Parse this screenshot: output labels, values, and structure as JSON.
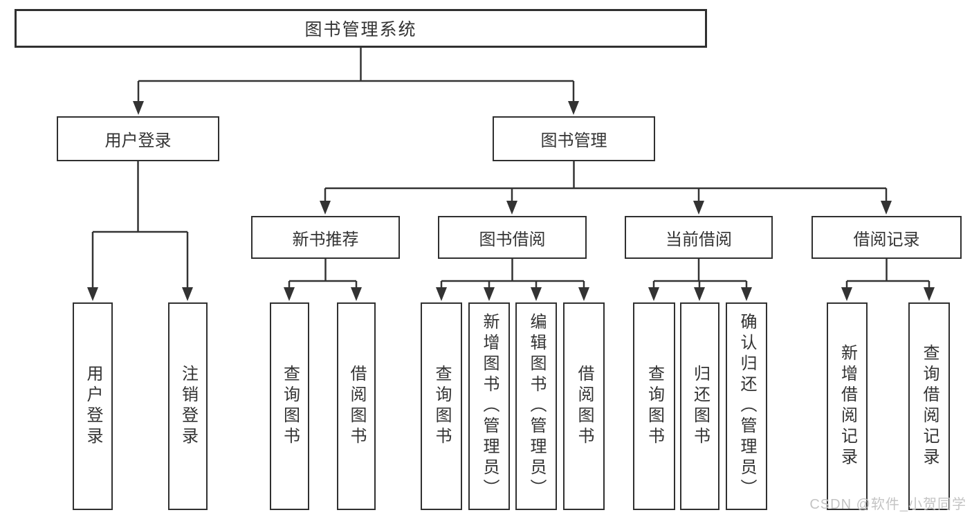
{
  "diagram": {
    "root": {
      "label": "图书管理系统"
    },
    "level2": [
      {
        "label": "用户登录"
      },
      {
        "label": "图书管理"
      }
    ],
    "level3": [
      {
        "label": "新书推荐"
      },
      {
        "label": "图书借阅"
      },
      {
        "label": "当前借阅"
      },
      {
        "label": "借阅记录"
      }
    ],
    "leaves": {
      "login": [
        "用户登录",
        "注销登录"
      ],
      "new_book": [
        "查询图书",
        "借阅图书"
      ],
      "book_borrow": [
        "查询图书",
        "新增图书（管理员）",
        "编辑图书（管理员）",
        "借阅图书"
      ],
      "current_borrow": [
        "查询图书",
        "归还图书",
        "确认归还（管理员）"
      ],
      "borrow_record": [
        "新增借阅记录",
        "查询借阅记录"
      ]
    },
    "watermark": {
      "text": "CSDN @软件_小贺同学"
    },
    "colors": {
      "line": "#333333",
      "box_border": "#303030",
      "text": "#333333",
      "background": "#ffffff",
      "watermark": "#c4c4c4"
    }
  }
}
